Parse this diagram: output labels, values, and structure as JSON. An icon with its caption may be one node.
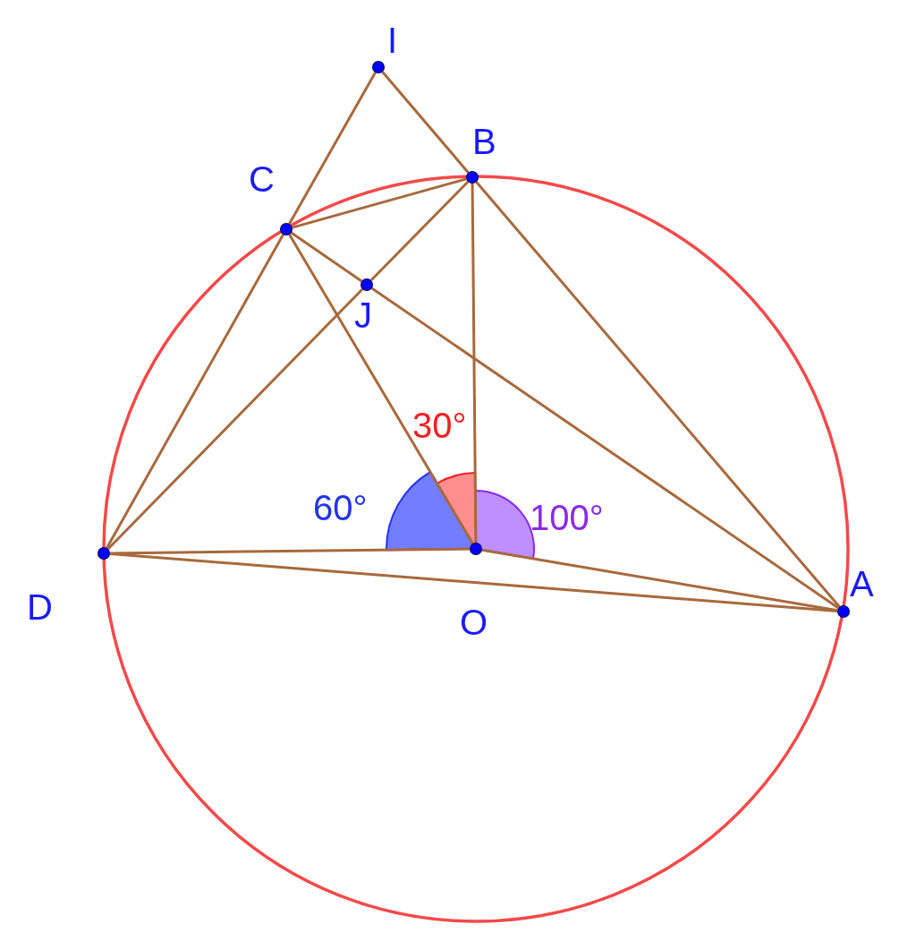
{
  "diagram": {
    "nodes": [
      {
        "text": [
          "I"
        ]
      },
      {
        "text": [
          "B"
        ]
      },
      {
        "text": [
          "C"
        ]
      },
      {
        "text": [
          "J"
        ]
      },
      {
        "text": [
          "D"
        ]
      },
      {
        "text": [
          "O"
        ]
      },
      {
        "text": [
          "A"
        ]
      }
    ],
    "edges": [
      {
        "from": 0,
        "to": 2,
        "arrow": "none"
      },
      {
        "from": 2,
        "to": 4,
        "arrow": "none"
      },
      {
        "from": 0,
        "to": 1,
        "arrow": "none"
      },
      {
        "from": 1,
        "to": 6,
        "arrow": "none"
      },
      {
        "from": 2,
        "to": 1,
        "arrow": "none"
      },
      {
        "from": 2,
        "to": 3,
        "arrow": "none"
      },
      {
        "from": 3,
        "to": 6,
        "arrow": "none"
      },
      {
        "from": 1,
        "to": 3,
        "arrow": "none"
      },
      {
        "from": 3,
        "to": 4,
        "arrow": "none"
      },
      {
        "from": 2,
        "to": 5,
        "arrow": "none"
      },
      {
        "from": 1,
        "to": 5,
        "arrow": "none"
      },
      {
        "from": 4,
        "to": 5,
        "arrow": "none"
      },
      {
        "from": 5,
        "to": 6,
        "arrow": "none"
      },
      {
        "from": 4,
        "to": 6,
        "arrow": "none"
      }
    ],
    "labels": [
      "30°",
      "60°",
      "100°"
    ]
  }
}
